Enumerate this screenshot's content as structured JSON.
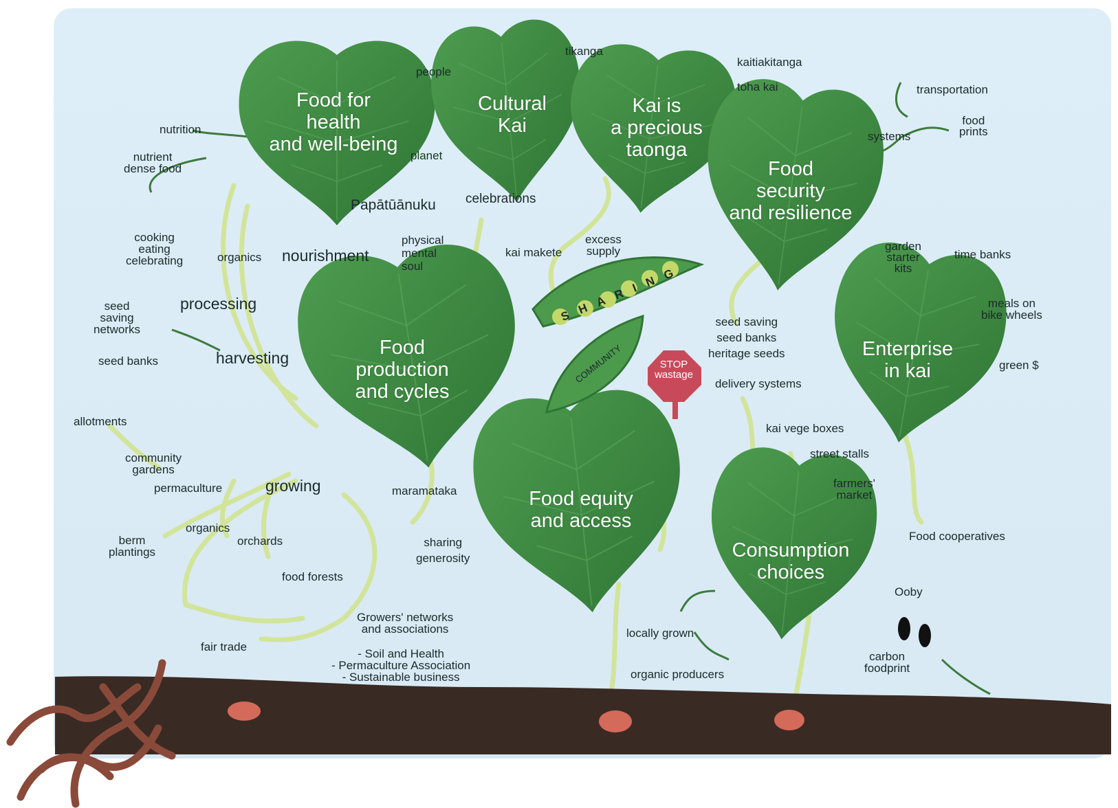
{
  "colors": {
    "sky": "#dcecf6",
    "leaf": "#3f8f45",
    "leaf_dark": "#2e7033",
    "vine": "#d2e49a",
    "soil": "#3a2a24",
    "worm": "#8a4a3a",
    "stop": "#c84a5a"
  },
  "leaves": {
    "health": [
      "Food for",
      "health",
      "and well-being"
    ],
    "cultural": [
      "Cultural",
      "Kai"
    ],
    "precious": [
      "Kai is",
      "a precious",
      "taonga"
    ],
    "security": [
      "Food",
      "security",
      "and resilience"
    ],
    "production": [
      "Food",
      "production",
      "and cycles"
    ],
    "enterprise": [
      "Enterprise",
      "in kai"
    ],
    "equity": [
      "Food equity",
      "and access"
    ],
    "consumption": [
      "Consumption",
      "choices"
    ]
  },
  "pod": {
    "sharing": "SHARING",
    "community": "COMMUNITY"
  },
  "stop_sign": [
    "STOP",
    "wastage"
  ],
  "terms": {
    "people": "people",
    "tikanga": "tikanga",
    "kaitiakitanga": "kaitiakitanga",
    "toha_kai": "toha kai",
    "transportation": "transportation",
    "food_prints": [
      "food",
      "prints"
    ],
    "systems": "systems",
    "nutrition": "nutrition",
    "nutrient_dense": [
      "nutrient",
      "dense food"
    ],
    "planet": "planet",
    "papatuanuku": "Papātūānuku",
    "celebrations": "celebrations",
    "cooking": [
      "cooking",
      "eating",
      "celebrating"
    ],
    "organics_top": "organics",
    "nourishment": "nourishment",
    "nourish_list": [
      "physical",
      "mental",
      "soul"
    ],
    "kai_makete": "kai makete",
    "excess_supply": [
      "excess",
      "supply"
    ],
    "garden_starter": [
      "garden",
      "starter",
      "kits"
    ],
    "time_banks": "time banks",
    "processing": "processing",
    "seed_saving_left": [
      "seed",
      "saving",
      "networks"
    ],
    "seed_banks_left": "seed banks",
    "harvesting": "harvesting",
    "seed_right": [
      "seed saving",
      "seed banks",
      "heritage seeds"
    ],
    "meals_bike": [
      "meals on",
      "bike wheels"
    ],
    "green": "green $",
    "delivery": "delivery systems",
    "allotments": "allotments",
    "community_gardens": [
      "community",
      "gardens"
    ],
    "permaculture": "permaculture",
    "growing": "growing",
    "kai_vege": "kai vege boxes",
    "street_stalls": "street stalls",
    "farmers_market": [
      "farmers'",
      "market"
    ],
    "maramataka": "maramataka",
    "organics_low": "organics",
    "berm": [
      "berm",
      "plantings"
    ],
    "orchards": "orchards",
    "sharing_gen": [
      "sharing",
      "generosity"
    ],
    "food_coops": "Food cooperatives",
    "food_forests": "food forests",
    "ooby": "Ooby",
    "growers": [
      "Growers' networks",
      "and associations"
    ],
    "locally_grown": "locally grown",
    "fair_trade": "fair trade",
    "orgs": [
      "- Soil and Health",
      "- Permaculture Association",
      "- Sustainable business"
    ],
    "organic_producers": "organic producers",
    "carbon": [
      "carbon",
      "foodprint"
    ]
  }
}
